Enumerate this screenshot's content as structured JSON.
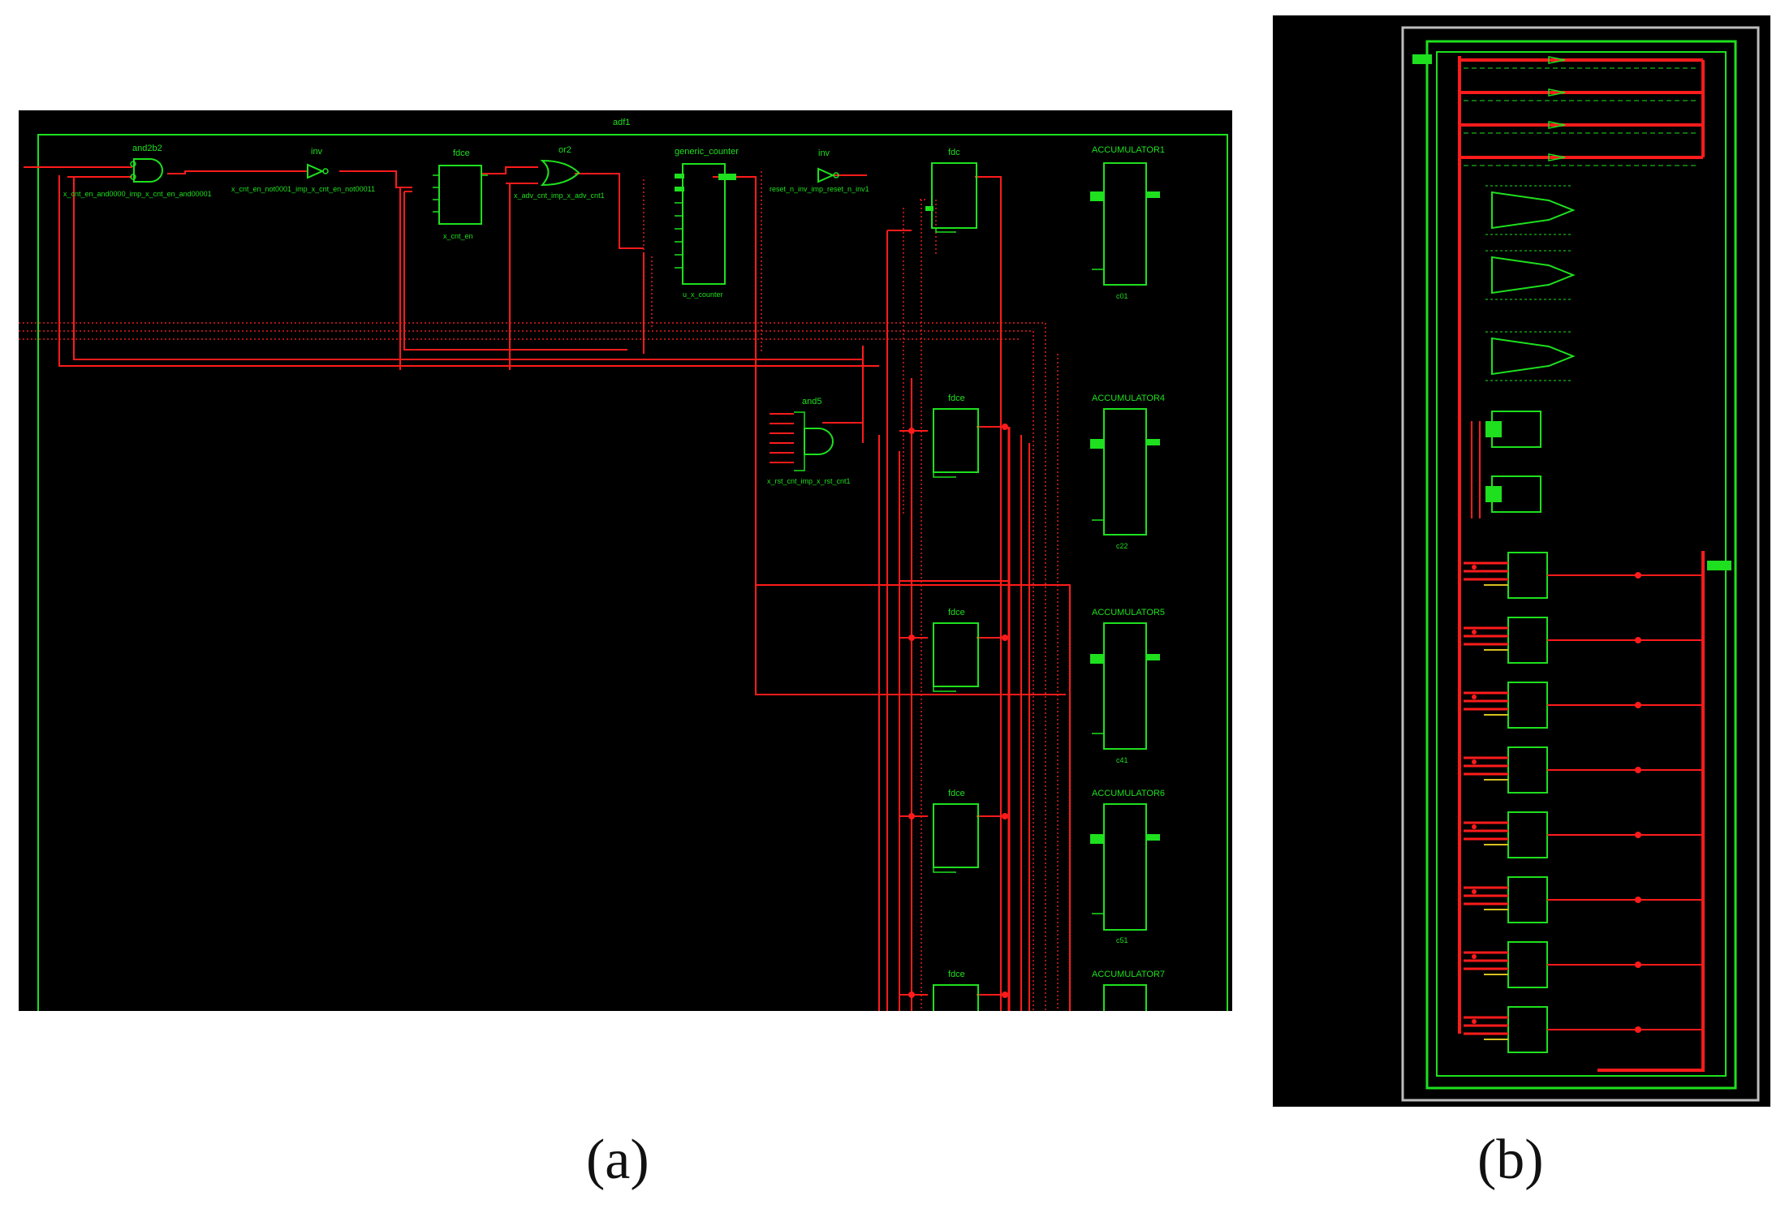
{
  "panel_a": {
    "frame_label": "adf1",
    "gates": [
      {
        "type": "and2b2",
        "inst": "x_cnt_en_and0000_imp_x_cnt_en_and00001"
      },
      {
        "type": "inv",
        "inst": "x_cnt_en_not0001_imp_x_cnt_en_not00011"
      },
      {
        "type": "fdce",
        "inst": "x_cnt_en"
      },
      {
        "type": "or2",
        "inst": "x_adv_cnt_imp_x_adv_cnt1"
      },
      {
        "type": "generic_counter",
        "inst": "u_x_counter"
      },
      {
        "type": "inv",
        "inst": "reset_n_inv_imp_reset_n_inv1"
      },
      {
        "type": "fdc",
        "inst": ""
      },
      {
        "type": "and5",
        "inst": "x_rst_cnt_imp_x_rst_cnt1"
      }
    ],
    "flops": [
      "fdce",
      "fdce",
      "fdce",
      "fdce"
    ],
    "accumulators": [
      {
        "title": "ACCUMULATOR1",
        "inst": "c01"
      },
      {
        "title": "ACCUMULATOR4",
        "inst": "c22"
      },
      {
        "title": "ACCUMULATOR5",
        "inst": "c41"
      },
      {
        "title": "ACCUMULATOR6",
        "inst": "c51"
      },
      {
        "title": "ACCUMULATOR7",
        "inst": ""
      }
    ]
  },
  "captions": {
    "a": "(a)",
    "b": "(b)"
  },
  "colors": {
    "background": "#000000",
    "block": "#1ee01e",
    "wire": "#ff1b1b",
    "frame_b": "#bdbdbd"
  }
}
